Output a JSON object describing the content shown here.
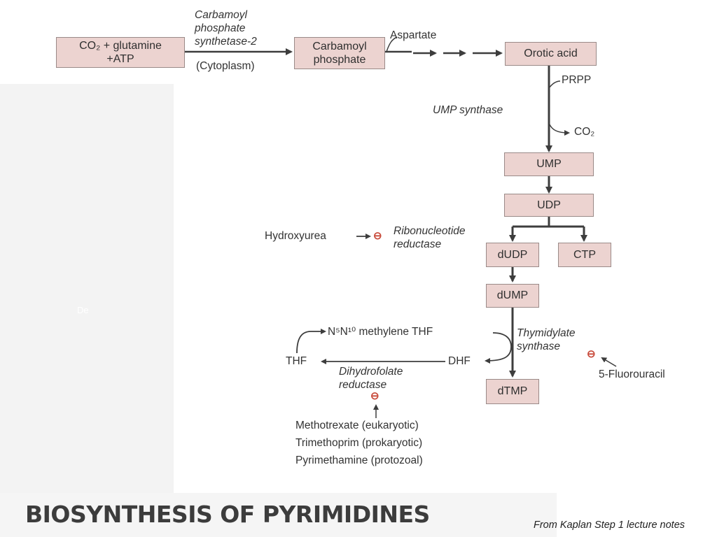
{
  "diagram": {
    "boxes": {
      "start": "CO₂ + glutamine\n+ATP",
      "carbamoyl_phosphate": "Carbamoyl\nphosphate",
      "orotic_acid": "Orotic acid",
      "ump": "UMP",
      "udp": "UDP",
      "dudp": "dUDP",
      "ctp": "CTP",
      "dump": "dUMP",
      "dtmp": "dTMP"
    },
    "labels": {
      "enzyme_cps2": "Carbamoyl\nphosphate\nsynthetase-2",
      "cytoplasm": "(Cytoplasm)",
      "aspartate": "Aspartate",
      "prpp": "PRPP",
      "ump_synthase": "UMP synthase",
      "co2": "CO₂",
      "hydroxyurea": "Hydroxyurea",
      "ribonucleotide_reductase": "Ribonucleotide\nreductase",
      "methylene_thf": "N⁵N¹⁰ methylene THF",
      "thymidylate_synthase": "Thymidylate\nsynthase",
      "thf": "THF",
      "dhf": "DHF",
      "dihydrofolate_reductase": "Dihydrofolate\nreductase",
      "fluorouracil": "5-Fluorouracil",
      "dhfr_inhibitors": [
        "Methotrexate (eukaryotic)",
        "Trimethoprim (prokaryotic)",
        "Pyrimethamine (protozoal)"
      ],
      "inhibit_symbol": "⊖"
    }
  },
  "slide": {
    "title": "BIOSYNTHESIS OF PYRIMIDINES",
    "source": "From Kaplan Step 1 lecture notes"
  },
  "colors": {
    "box_fill": "#ecd3d0",
    "box_border": "#9a8a88",
    "arrow": "#3d3d3d",
    "inhibitor": "#c84a3a"
  }
}
